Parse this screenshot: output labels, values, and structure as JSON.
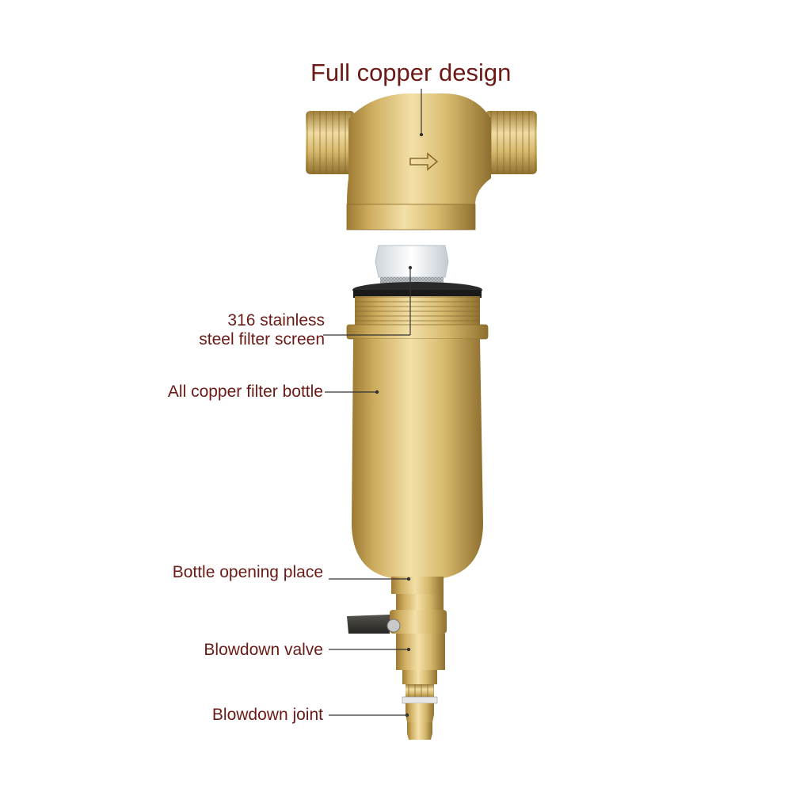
{
  "title": "Full copper design",
  "labels": {
    "filter_screen_line1": "316 stainless",
    "filter_screen_line2": "steel filter screen",
    "filter_bottle": "All copper filter bottle",
    "bottle_opening": "Bottle opening place",
    "blowdown_valve": "Blowdown valve",
    "blowdown_joint": "Blowdown joint"
  },
  "colors": {
    "label_text": "#6b1a16",
    "leader_line": "#333333",
    "brass_light": "#f1dca0",
    "brass_mid": "#d2b468",
    "brass_dark": "#8a6c2c",
    "valve_handle": "#3b3a36",
    "filter_cap": "#f4f6f8",
    "oring": "#1a1a1a"
  }
}
